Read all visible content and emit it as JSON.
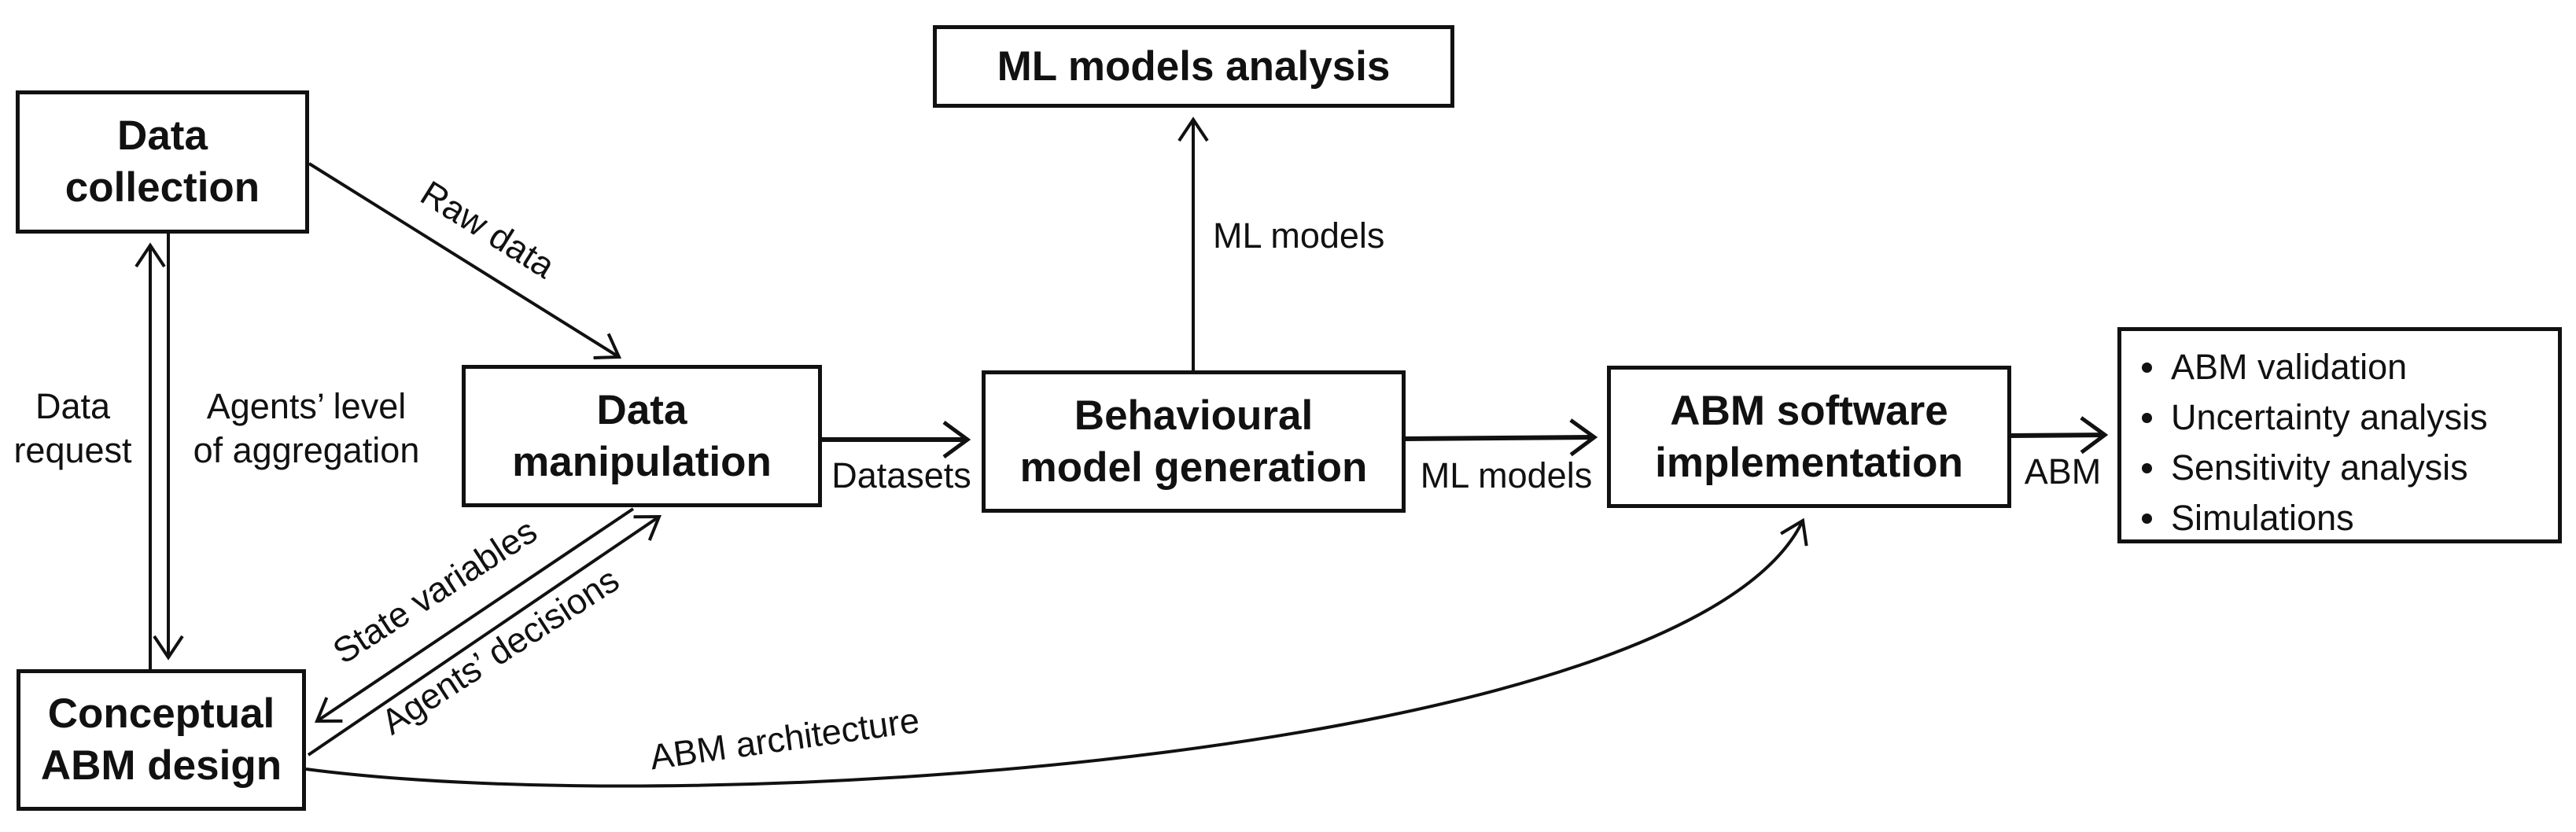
{
  "diagram": {
    "type": "flowchart",
    "colors": {
      "ink": "#111111",
      "background": "#ffffff"
    }
  },
  "nodes": {
    "data_collection": {
      "lines": [
        "Data",
        "collection"
      ]
    },
    "ml_models_analysis": {
      "lines": [
        "ML models analysis"
      ]
    },
    "data_manipulation": {
      "lines": [
        "Data",
        "manipulation"
      ]
    },
    "behavioural_model_generation": {
      "lines": [
        "Behavioural",
        "model generation"
      ]
    },
    "abm_software_implementation": {
      "lines": [
        "ABM software",
        "implementation"
      ]
    },
    "conceptual_abm_design": {
      "lines": [
        "Conceptual",
        "ABM design"
      ]
    },
    "outcomes": {
      "items": [
        "ABM validation",
        "Uncertainty analysis",
        "Sensitivity analysis",
        "Simulations"
      ]
    }
  },
  "edge_labels": {
    "raw_data": "Raw data",
    "data_request": {
      "lines": [
        "Data",
        "request"
      ]
    },
    "agents_level": {
      "lines": [
        "Agents’ level",
        "of aggregation"
      ]
    },
    "datasets": "Datasets",
    "ml_models_up": "ML models",
    "ml_models_right": "ML models",
    "abm": "ABM",
    "state_variables": "State variables",
    "agents_decisions": "Agents’ decisions",
    "abm_architecture": "ABM architecture"
  }
}
